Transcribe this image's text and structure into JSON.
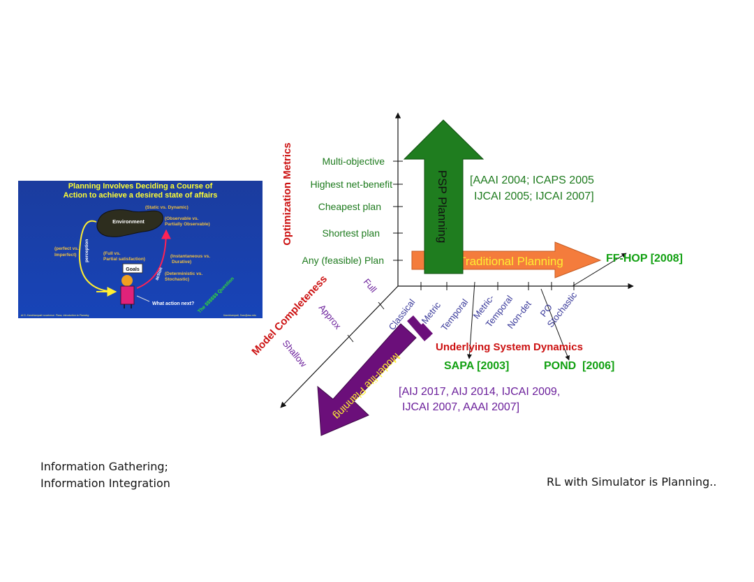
{
  "inset": {
    "title_line1": "Planning Involves Deciding a Course of",
    "title_line2": "Action to achieve a desired state of affairs",
    "environment": "Environment",
    "goals": "Goals",
    "perception": "perception",
    "action": "action",
    "static_dynamic": "(Static vs. Dynamic)",
    "observable_1": "(Observable vs.",
    "observable_2": "Partially Observable)",
    "perfect_1": "(perfect vs.",
    "perfect_2": "Imperfect)",
    "full_partial_1": "(Full vs.",
    "full_partial_2": "Partial satisfaction)",
    "instant_1": "(Instantaneous vs.",
    "instant_2": "Durative)",
    "det_1": "(Deterministic vs.",
    "det_2": "Stochastic)",
    "what_next": "What action next?",
    "question": "The $$$$$$ Question",
    "footer_left": "At S. Kambhampati cvuniverse. Plans, Introduction to Planning",
    "footer_right": "Kambhampati, Srao@asu.edu"
  },
  "axes": {
    "y_title": "Optimization Metrics",
    "x_title": "Underlying System Dynamics",
    "z_title": "Model Completeness"
  },
  "y_ticks": [
    "Multi-objective",
    "Highest net-benefit",
    "Cheapest plan",
    "Shortest plan",
    "Any (feasible) Plan"
  ],
  "x_ticks": [
    "Classical",
    "Metric",
    "Temporal",
    "Metric-",
    "Temporal",
    "Non-det",
    "PO",
    "Stochastic"
  ],
  "z_ticks": [
    "Full",
    "Approx",
    "Shallow"
  ],
  "arrows": {
    "psp": "PSP Planning",
    "traditional": "Traditional Planning",
    "model_lite": "Model-lite Planning"
  },
  "systems": {
    "ffhop": "FF-HOP [2008]",
    "sapa": "SAPA [2003]",
    "pond": "POND  [2006]"
  },
  "refs": {
    "psp_1": "[AAAI 2004; ICAPS 2005",
    "psp_2": "IJCAI 2005; IJCAI 2007]",
    "ml_1": "[AIJ 2017, AIJ 2014, IJCAI 2009,",
    "ml_2": "IJCAI 2007, AAAI 2007]"
  },
  "captions": {
    "left_1": "Information Gathering;",
    "left_2": "Information Integration",
    "right": "RL with Simulator is Planning.."
  },
  "colors": {
    "inset_bg": "#1a3fa8",
    "inset_title": "#ffff33",
    "axis_red": "#cc1111",
    "tick_green": "#1d7a1d",
    "tick_purple": "#6a1e9a",
    "tick_blue": "#3a3a9a",
    "psp_green": "#1f7d1f",
    "traditional_orange": "#f47c3c",
    "model_lite_purple": "#6b0f7a",
    "system_green": "#11a011"
  }
}
